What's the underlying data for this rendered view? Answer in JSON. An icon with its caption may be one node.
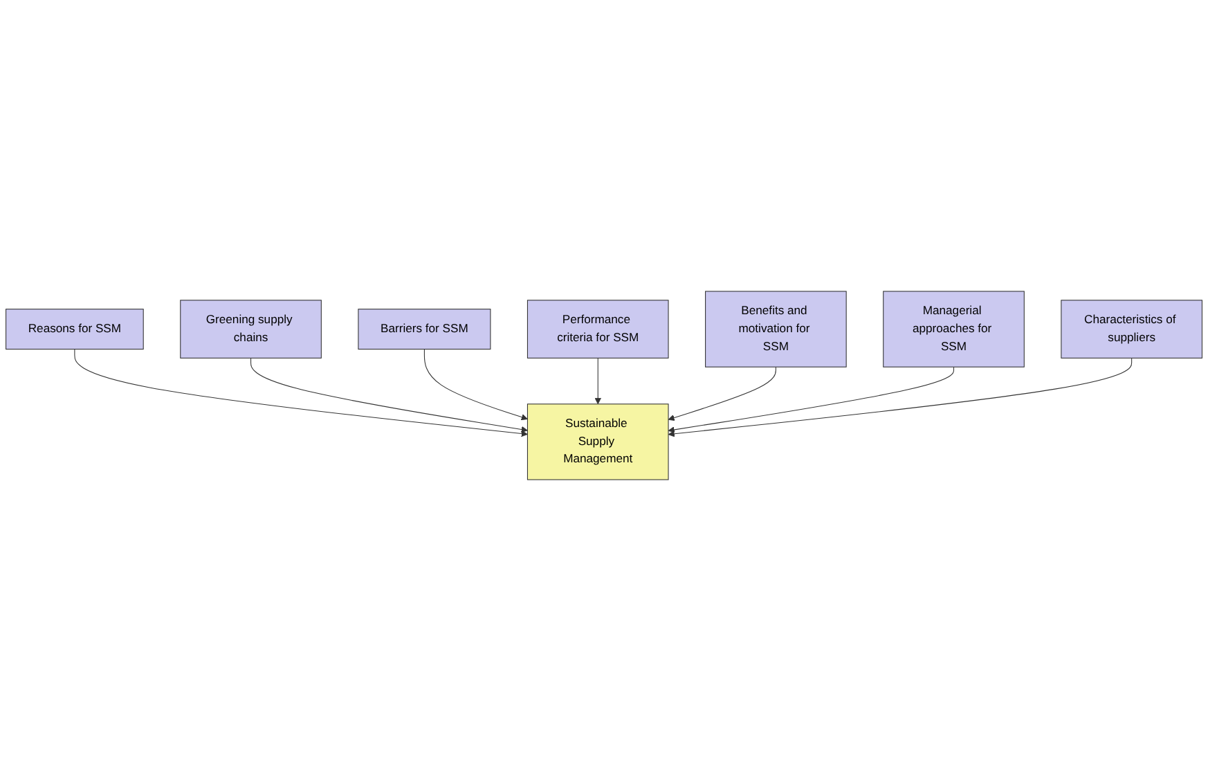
{
  "diagram": {
    "nodes": [
      {
        "text": [
          "Reasons for SSM"
        ]
      },
      {
        "text": [
          "Greening supply chains"
        ]
      },
      {
        "text": [
          "Barriers for SSM"
        ]
      },
      {
        "text": [
          "Sustainable Supply Management"
        ]
      },
      {
        "text": [
          "Performance criteria for SSM"
        ]
      },
      {
        "text": [
          "Benefits and motivation for SSM"
        ]
      },
      {
        "text": [
          "Managerial approaches for SSM"
        ]
      },
      {
        "text": [
          "Characteristics of suppliers"
        ]
      }
    ],
    "edges": [
      {
        "from": 0,
        "to": 3,
        "arrow": "to"
      },
      {
        "from": 1,
        "to": 3,
        "arrow": "to"
      },
      {
        "from": 2,
        "to": 3,
        "arrow": "to"
      },
      {
        "from": 4,
        "to": 3,
        "arrow": "to"
      },
      {
        "from": 5,
        "to": 3,
        "arrow": "to"
      },
      {
        "from": 6,
        "to": 3,
        "arrow": "to"
      },
      {
        "from": 7,
        "to": 3,
        "arrow": "to"
      }
    ]
  }
}
